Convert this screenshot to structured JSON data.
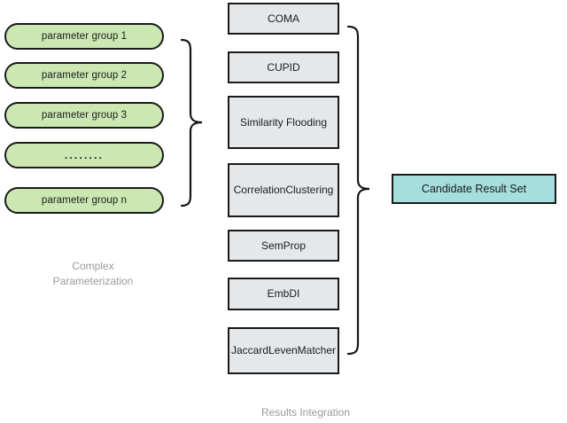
{
  "diagram": {
    "title": "Complex Parameterization and Results Integration pipeline",
    "colors": {
      "pill_fill": "#cbe8b3",
      "box_fill": "#e4e8eb",
      "result_fill": "#a4dedd",
      "stroke": "#1a1a1a",
      "caption_text": "#9a9a9a",
      "background": "#ffffff"
    }
  },
  "parameter_groups": {
    "caption": "Complex\nParameterization",
    "items": [
      {
        "label": "parameter group 1"
      },
      {
        "label": "parameter group 2"
      },
      {
        "label": "parameter group 3"
      },
      {
        "label": "........"
      },
      {
        "label": "parameter group n"
      }
    ]
  },
  "matchers": {
    "caption": "Results Integration",
    "items": [
      {
        "label": "COMA"
      },
      {
        "label": "CUPID"
      },
      {
        "label": "Similarity Flooding"
      },
      {
        "label": "CorrelationClustering"
      },
      {
        "label": "SemProp"
      },
      {
        "label": "EmbDI"
      },
      {
        "label": "JaccardLevenMatcher"
      }
    ]
  },
  "result": {
    "label": "Candidate Result Set"
  }
}
